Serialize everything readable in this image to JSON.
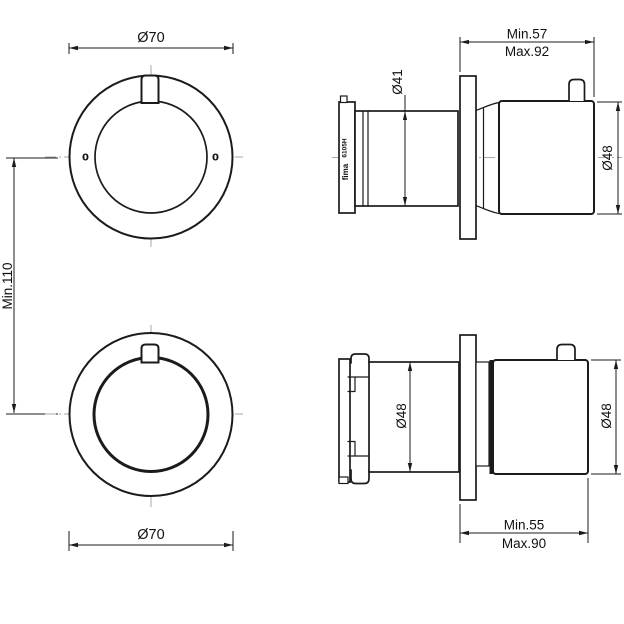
{
  "drawing_title": "thermostatic-valve-trim-technical-drawing",
  "views": {
    "front_top": {
      "dim_diameter": "Ø70",
      "marker_left": "0",
      "marker_right": "0"
    },
    "side_top": {
      "dim_min": "Min.57",
      "dim_max": "Max.92",
      "dim_body_diameter": "Ø41",
      "dim_knob_diameter": "Ø48",
      "engraving_brand": "fima",
      "engraving_code": "6105H"
    },
    "front_bottom": {
      "dim_diameter": "Ø70"
    },
    "side_bottom": {
      "dim_min": "Min.55",
      "dim_max": "Max.90",
      "dim_body_diameter": "Ø48",
      "dim_knob_diameter": "Ø48"
    },
    "shared": {
      "dim_vertical": "Min.110"
    }
  },
  "colors": {
    "line": "#1b1b1b",
    "centerline": "#a9a9a9",
    "background": "#ffffff"
  }
}
